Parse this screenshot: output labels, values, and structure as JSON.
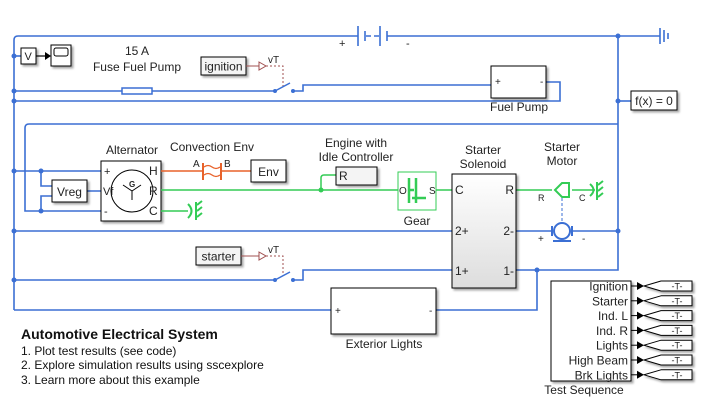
{
  "colors": {
    "electrical_wire": "#3b6fd4",
    "mechanical_wire": "#33cc55",
    "thermal_wire": "#e8622a",
    "signal_dotted": "#a05050"
  },
  "blocks": {
    "voltage_sensor": "V",
    "fuse": {
      "rating": "15 A",
      "label": "Fuse Fuel Pump"
    },
    "ignition_from": "ignition",
    "starter_from": "starter",
    "switch_port": "vT",
    "battery": {
      "plus": "+",
      "minus": "-"
    },
    "fuel_pump": {
      "label": "Fuel Pump",
      "plus": "+",
      "minus": "-"
    },
    "solver_config": "f(x) = 0",
    "alternator": {
      "label": "Alternator",
      "ports": [
        "+",
        "Vf",
        "-"
      ],
      "right_ports": [
        "H",
        "R",
        "C"
      ],
      "symbol": "G"
    },
    "vreg": "Vreg",
    "convection": {
      "label": "Convection Env",
      "port_a": "A",
      "port_b": "B"
    },
    "env": "Env",
    "engine": {
      "label_line1": "Engine with",
      "label_line2": "Idle Controller",
      "port": "R"
    },
    "gear": {
      "label": "Gear",
      "port_o": "O",
      "port_s": "S"
    },
    "solenoid": {
      "label_line1": "Starter",
      "label_line2": "Solenoid",
      "left_ports": [
        "C",
        "2+",
        "1+"
      ],
      "right_ports": [
        "R",
        "2-",
        "1-"
      ]
    },
    "starter_motor": {
      "label_line1": "Starter",
      "label_line2": "Motor",
      "port_r": "R",
      "port_c": "C",
      "plus": "+",
      "minus": "-"
    },
    "exterior_lights": {
      "label": "Exterior Lights",
      "plus": "+",
      "minus": "-"
    },
    "test_sequence": {
      "label": "Test Sequence",
      "outputs": [
        "Ignition",
        "Starter",
        "Ind. L",
        "Ind. R",
        "Lights",
        "High Beam",
        "Brk Lights"
      ],
      "goto_tag": "-T-"
    }
  },
  "info": {
    "title": "Automotive Electrical System",
    "links": [
      "1. Plot test results (see code)",
      "2. Explore simulation results using sscexplore",
      "3. Learn more about this example"
    ]
  }
}
